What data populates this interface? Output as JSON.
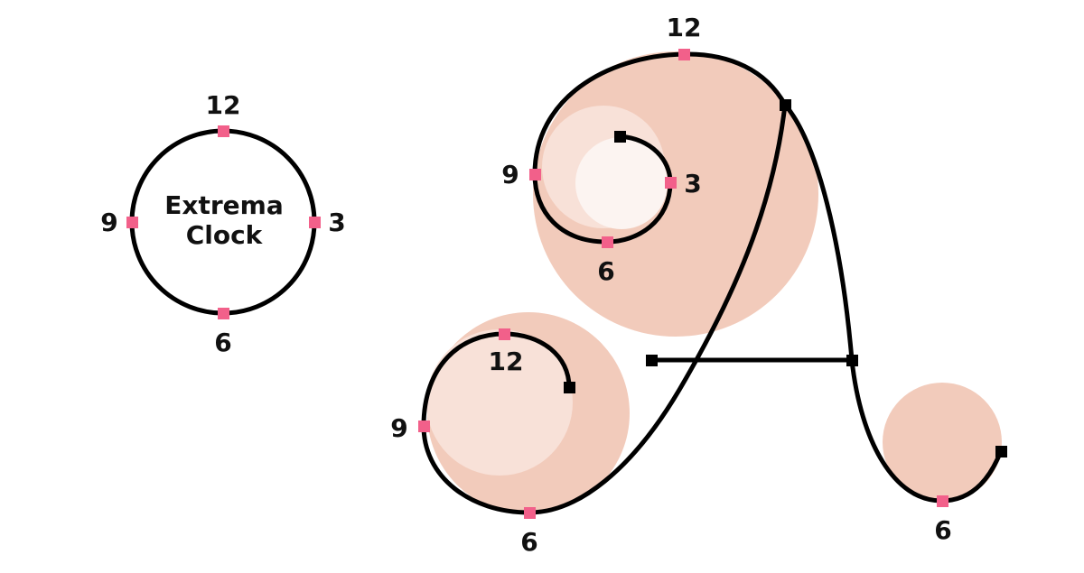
{
  "legend_clock": {
    "title_line1": "Extrema",
    "title_line2": "Clock",
    "label_12": "12",
    "label_3": "3",
    "label_6": "6",
    "label_9": "9"
  },
  "upper_bowl": {
    "label_12": "12",
    "label_9": "9",
    "label_3": "3",
    "label_6": "6"
  },
  "lower_loop": {
    "label_12": "12",
    "label_9": "9",
    "label_6": "6"
  },
  "tail": {
    "label_6": "6"
  },
  "colors": {
    "stroke": "#000000",
    "extrema_point": "#f2608a",
    "endpoint": "#000000",
    "fill_large": "#f2cbbb",
    "fill_mid": "#f8e1d8",
    "fill_small": "#fcf4f1"
  }
}
